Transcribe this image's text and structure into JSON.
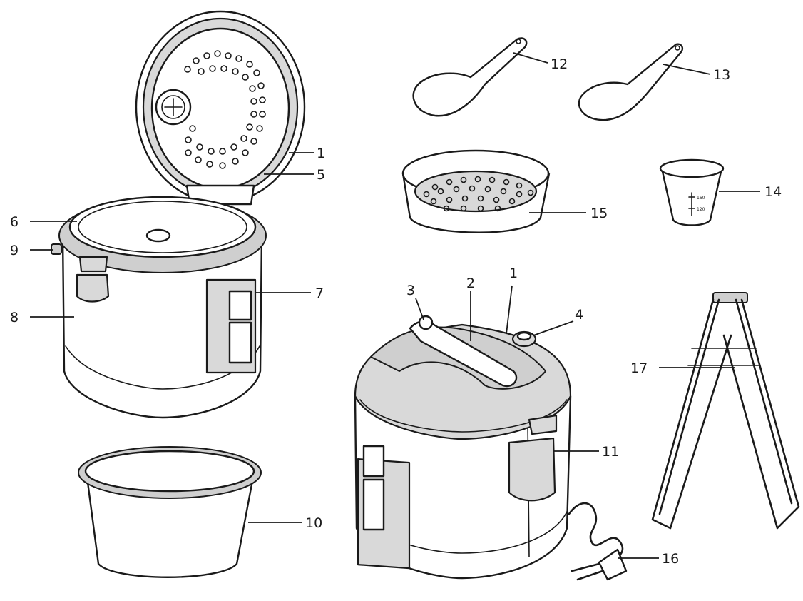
{
  "callouts": [
    {
      "id": "lid-1",
      "text": "1"
    },
    {
      "id": "lid-5",
      "text": "5"
    },
    {
      "id": "body-6",
      "text": "6"
    },
    {
      "id": "body-9",
      "text": "9"
    },
    {
      "id": "body-7",
      "text": "7"
    },
    {
      "id": "body-8",
      "text": "8"
    },
    {
      "id": "pot-10",
      "text": "10"
    },
    {
      "id": "spoon-12",
      "text": "12"
    },
    {
      "id": "ladle-13",
      "text": "13"
    },
    {
      "id": "steamer-15",
      "text": "15"
    },
    {
      "id": "cup-14",
      "text": "14"
    },
    {
      "id": "closed-3",
      "text": "3"
    },
    {
      "id": "closed-2",
      "text": "2"
    },
    {
      "id": "closed-1",
      "text": "1"
    },
    {
      "id": "closed-4",
      "text": "4"
    },
    {
      "id": "closed-11",
      "text": "11"
    },
    {
      "id": "plug-16",
      "text": "16"
    },
    {
      "id": "tongs-17",
      "text": "17"
    }
  ],
  "cup_scale": [
    "160",
    "120"
  ]
}
